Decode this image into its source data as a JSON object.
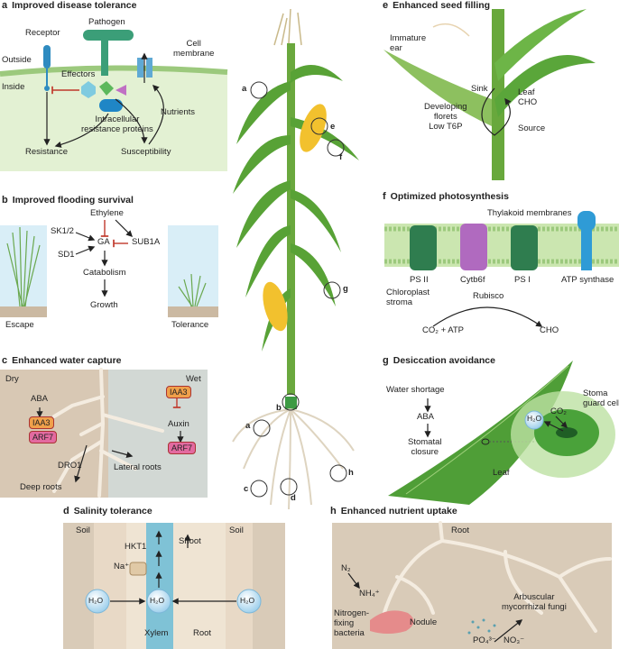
{
  "panel_a": {
    "letter": "a",
    "title": "Improved disease tolerance",
    "pathogen": "Pathogen",
    "receptor": "Receptor",
    "cell_membrane": "Cell\nmembrane",
    "outside": "Outside",
    "inside": "Inside",
    "effectors": "Effectors",
    "resistance_proteins": "Intracellular\nresistance proteins",
    "nutrients": "Nutrients",
    "resistance": "Resistance",
    "susceptibility": "Susceptibility"
  },
  "panel_b": {
    "letter": "b",
    "title": "Improved flooding survival",
    "ethylene": "Ethylene",
    "sk12": "SK1/2",
    "ga": "GA",
    "sub1a": "SUB1A",
    "sd1": "SD1",
    "catabolism": "Catabolism",
    "growth": "Growth",
    "escape": "Escape",
    "tolerance": "Tolerance"
  },
  "panel_c": {
    "letter": "c",
    "title": "Enhanced water capture",
    "dry": "Dry",
    "wet": "Wet",
    "aba": "ABA",
    "iaa3_left": "IAA3",
    "arf7_left": "ARF7",
    "iaa3_right": "IAA3",
    "auxin": "Auxin",
    "arf7_right": "ARF7",
    "dro1": "DRO1",
    "lateral_roots": "Lateral roots",
    "deep_roots": "Deep roots"
  },
  "panel_d": {
    "letter": "d",
    "title": "Salinity tolerance",
    "soil_left": "Soil",
    "soil_right": "Soil",
    "hkt1": "HKT1",
    "na": "Na⁺",
    "shoot": "Shoot",
    "h2o_left": "H₂O",
    "h2o_mid": "H₂O",
    "h2o_right": "H₂O",
    "xylem": "Xylem",
    "root": "Root"
  },
  "panel_e": {
    "letter": "e",
    "title": "Enhanced seed filling",
    "immature_ear": "Immature\near",
    "sink": "Sink",
    "leaf_cho": "Leaf\nCHO",
    "developing_florets": "Developing\nflorets\nLow T6P",
    "source": "Source"
  },
  "panel_f": {
    "letter": "f",
    "title": "Optimized photosynthesis",
    "thylakoid": "Thylakoid membranes",
    "ps2": "PS II",
    "cytb6f": "Cytb6f",
    "ps1": "PS I",
    "atp_synthase": "ATP synthase",
    "stroma": "Chloroplast\nstroma",
    "rubisco": "Rubisco",
    "co2_atp": "CO₂ + ATP",
    "cho": "CHO"
  },
  "panel_g": {
    "letter": "g",
    "title": "Desiccation avoidance",
    "water_shortage": "Water shortage",
    "aba": "ABA",
    "stomatal_closure": "Stomatal\nclosure",
    "leaf": "Leaf",
    "h2o": "H₂O",
    "co2": "CO₂",
    "stoma": "Stoma\nguard cell"
  },
  "panel_h": {
    "letter": "h",
    "title": "Enhanced nutrient uptake",
    "root": "Root",
    "n2": "N₂",
    "nh4": "NH₄⁺",
    "nitrogen_bacteria": "Nitrogen-\nfixing\nbacteria",
    "nodule": "Nodule",
    "amf": "Arbuscular\nmycorrhizal fungi",
    "po4": "PO₄³⁻",
    "no3": "NO₃⁻"
  },
  "plant_markers": [
    "a",
    "e",
    "f",
    "g",
    "b",
    "a",
    "h",
    "c",
    "d"
  ],
  "colors": {
    "membrane": "#cfe6b4",
    "panel_a_bg": "#e3f1d3",
    "soil": "#d9cbb8",
    "water": "#c7e7f3",
    "leaf": "#5aa63a",
    "corn": "#f2c12e",
    "pink": "#e36aa0",
    "orange": "#f0a04b"
  }
}
